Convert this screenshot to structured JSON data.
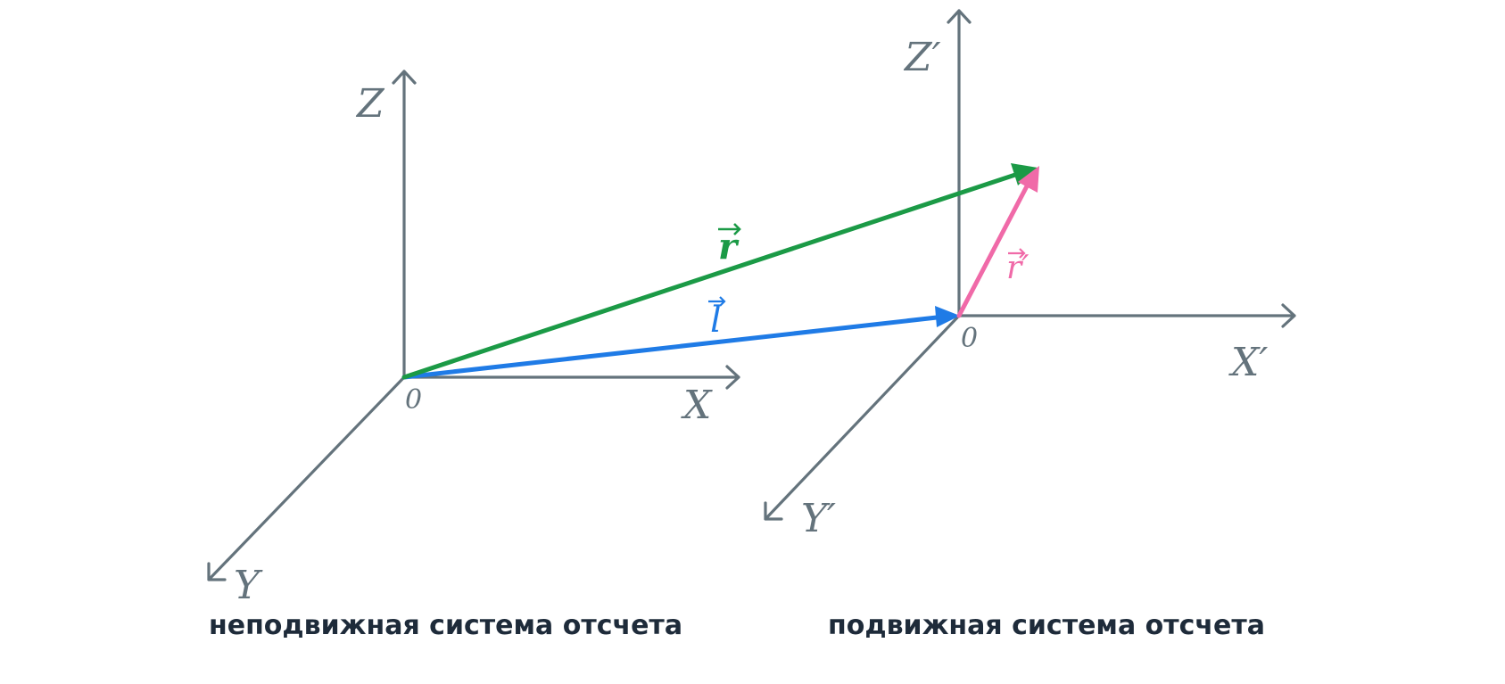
{
  "frames": {
    "fixed": {
      "axis_x": "X",
      "axis_y": "Y",
      "axis_z": "Z",
      "origin": "0",
      "caption": "неподвижная система отсчета"
    },
    "moving": {
      "axis_x": "X′",
      "axis_y": "Y′",
      "axis_z": "Z′",
      "origin": "0",
      "caption": "подвижная система отсчета"
    }
  },
  "vectors": {
    "r": {
      "label": "r",
      "color": "#1b9a46"
    },
    "l": {
      "label": "l",
      "color": "#1f7be6"
    },
    "r_prime": {
      "label": "r′",
      "color": "#f06aa8"
    }
  },
  "colors": {
    "axis": "#64737c",
    "caption": "#1e2b3a"
  }
}
